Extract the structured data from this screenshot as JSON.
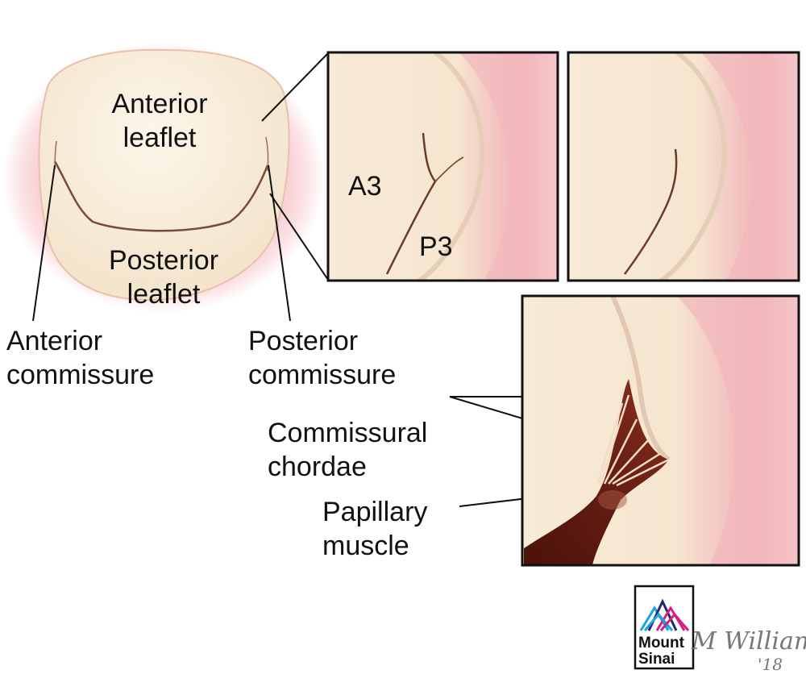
{
  "labels": {
    "anterior_leaflet": [
      "Anterior",
      "leaflet"
    ],
    "posterior_leaflet": [
      "Posterior",
      "leaflet"
    ],
    "anterior_commissure": [
      "Anterior",
      "commissure"
    ],
    "posterior_commissure": [
      "Posterior",
      "commissure"
    ],
    "a3": "A3",
    "p3": "P3",
    "commissural_chordae": [
      "Commissural",
      "chordae"
    ],
    "papillary_muscle": [
      "Papillary",
      "muscle"
    ]
  },
  "logo": {
    "line1": "Mount",
    "line2": "Sinai"
  },
  "signature": {
    "name": "M Williams",
    "year": "'18"
  },
  "colors": {
    "tissue_pink": "#f2b7bd",
    "leaflet_cream": "#f7ecd9",
    "muscle_dark": "#6b1f14",
    "logo_cyan": "#19a6de",
    "logo_magenta": "#d51e8c",
    "logo_navy": "#1f2a6b"
  }
}
